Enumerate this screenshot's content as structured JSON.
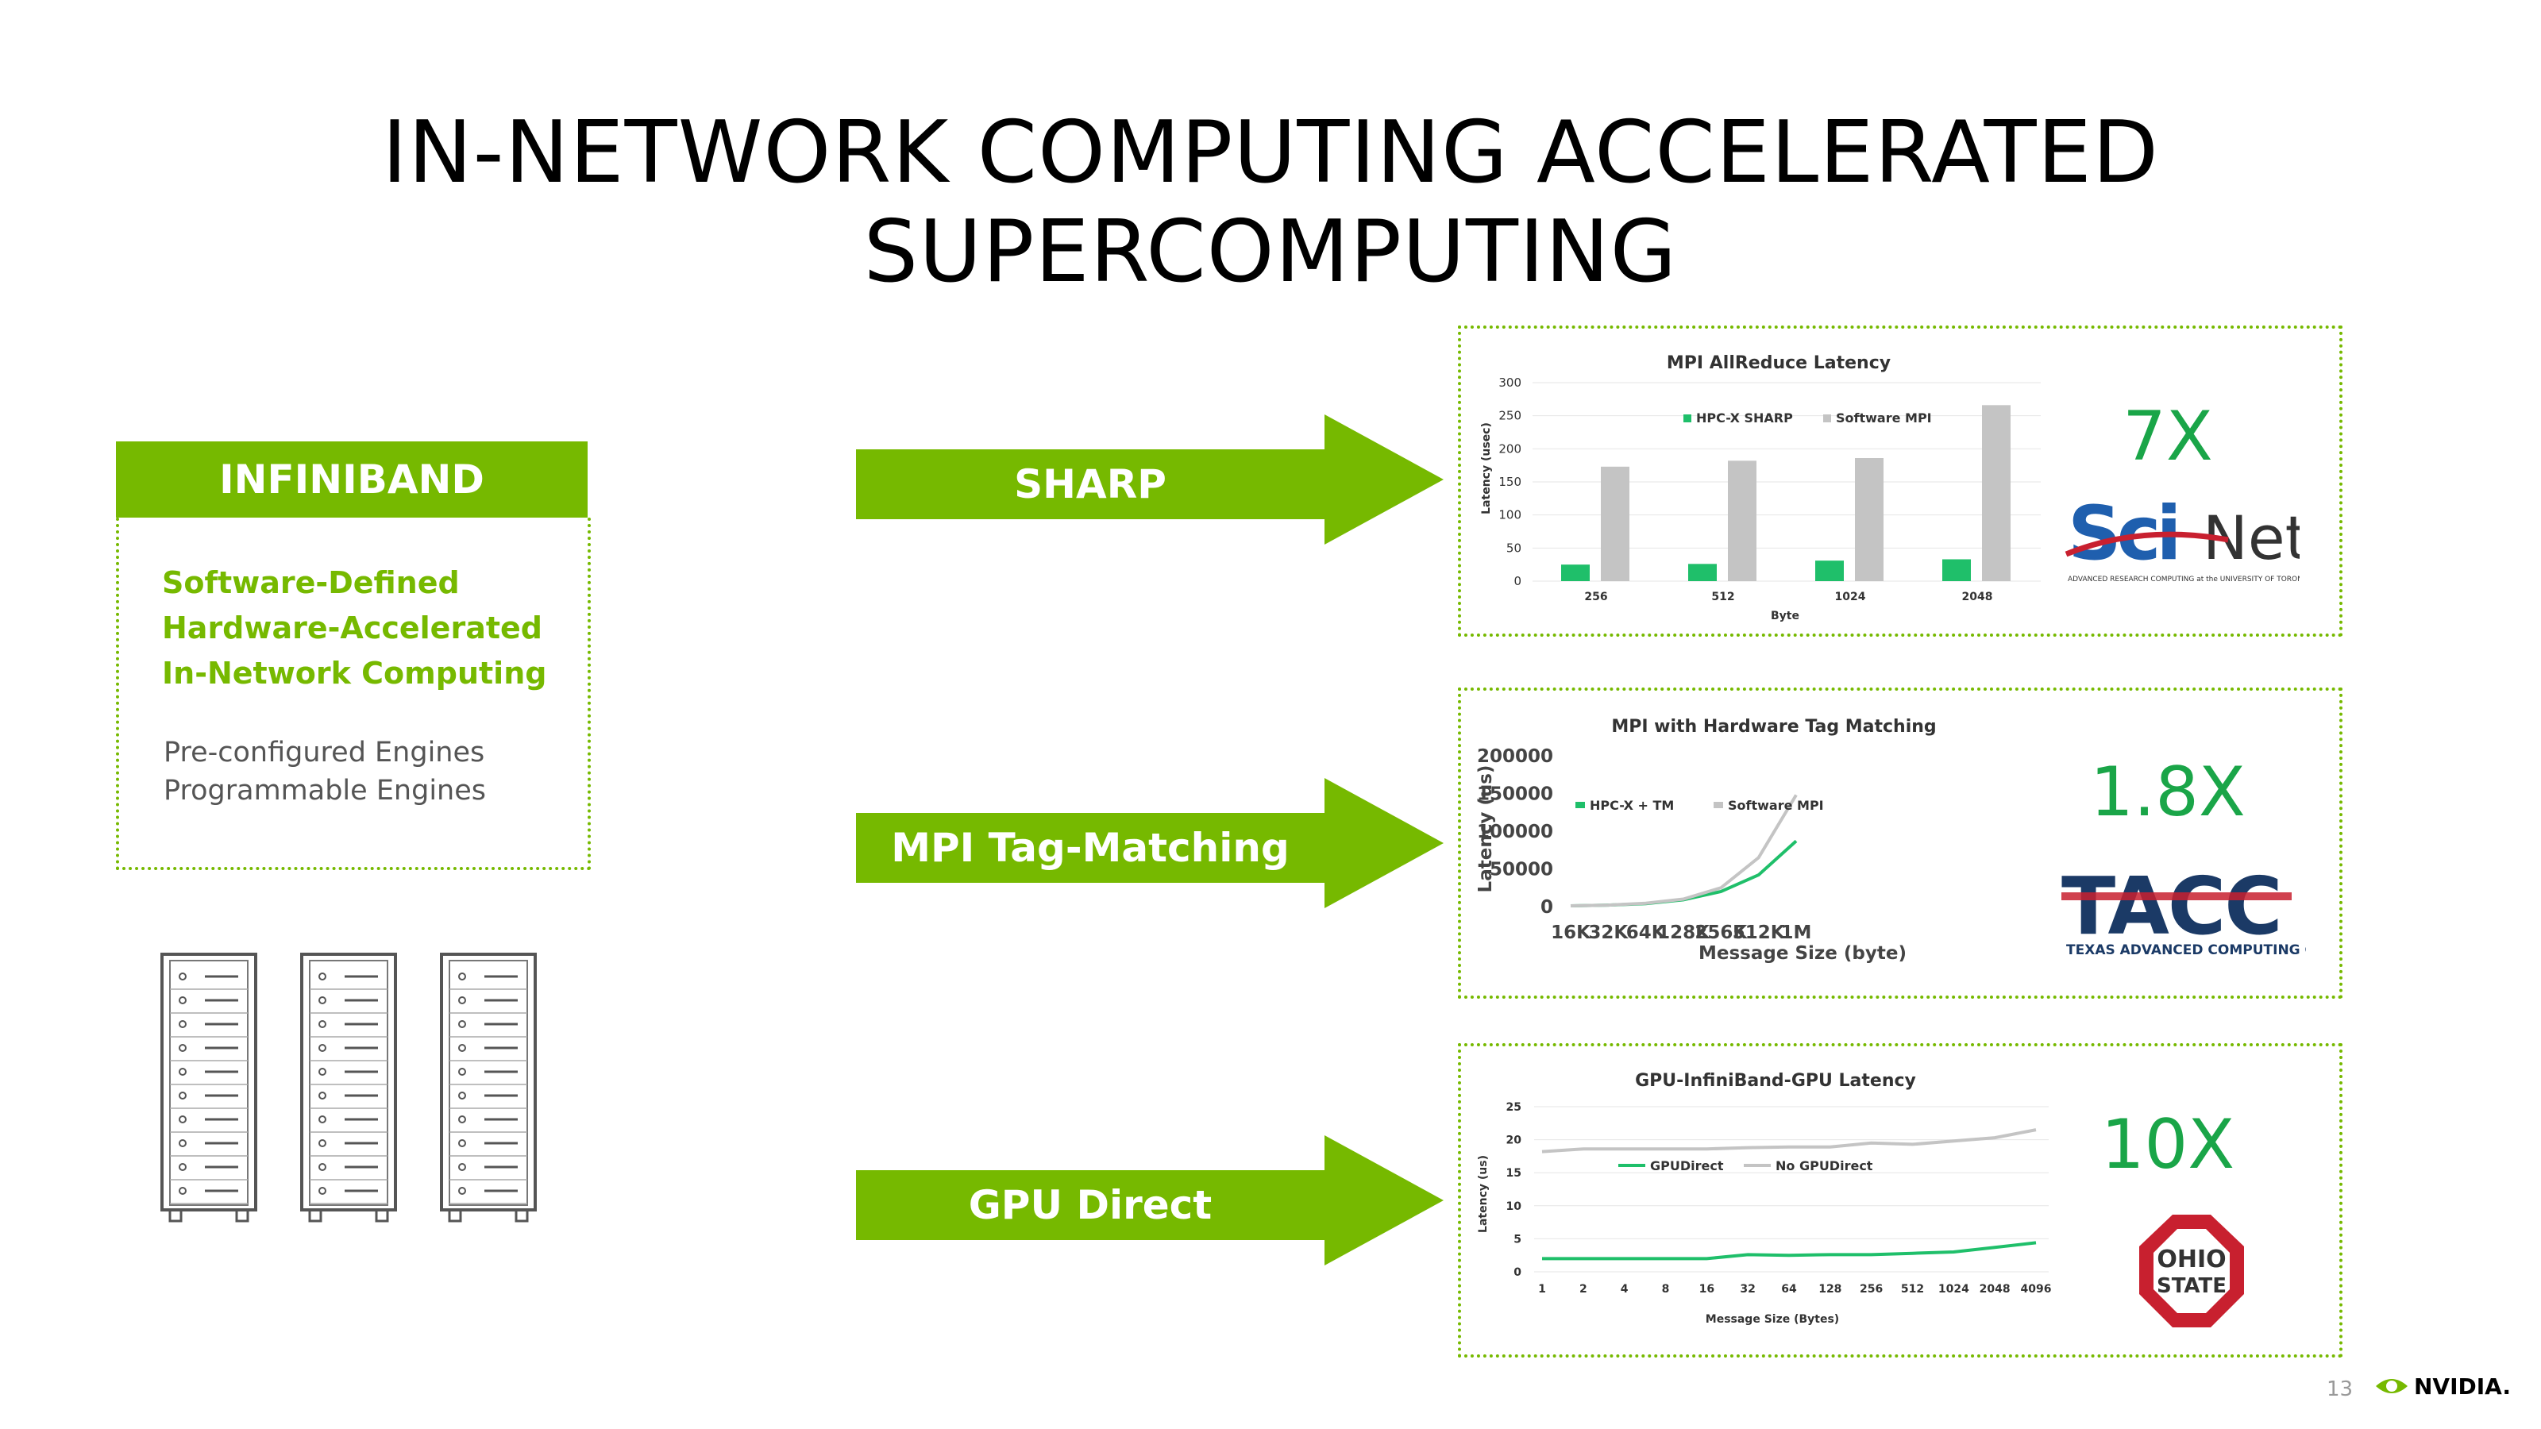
{
  "title": "IN-NETWORK COMPUTING ACCELERATED SUPERCOMPUTING",
  "infiniband": {
    "header": "INFINIBAND",
    "green_lines": [
      "Software-Defined",
      "Hardware-Accelerated",
      "In-Network Computing"
    ],
    "gray_lines": [
      "Pre-configured Engines",
      "Programmable Engines"
    ]
  },
  "arrows": [
    {
      "label": "SHARP"
    },
    {
      "label": "MPI Tag-Matching"
    },
    {
      "label": "GPU Direct"
    }
  ],
  "factors": [
    "7X",
    "1.8X",
    "10X"
  ],
  "logos": {
    "scinet": {
      "text": "SciNet",
      "sub": "ADVANCED RESEARCH COMPUTING at the UNIVERSITY OF TORONTO"
    },
    "tacc": {
      "text": "TACC",
      "sub": "TEXAS ADVANCED COMPUTING CENTER"
    },
    "ohio": {
      "text": "OHIO STATE"
    }
  },
  "colors": {
    "accent": "#76b900",
    "factor": "#1aa548",
    "series_green": "#1fbf6a",
    "series_gray": "#c4c4c4"
  },
  "chart_data": [
    {
      "type": "bar",
      "title": "MPI AllReduce Latency",
      "xlabel": "Byte",
      "ylabel": "Latency (usec)",
      "ylim": [
        0,
        300
      ],
      "yticks": [
        "0",
        "50",
        "100",
        "150",
        "200",
        "250",
        "300"
      ],
      "categories": [
        "256",
        "512",
        "1024",
        "2048"
      ],
      "series": [
        {
          "name": "HPC-X SHARP",
          "values": [
            25,
            26,
            31,
            33
          ]
        },
        {
          "name": "Software MPI",
          "values": [
            173,
            182,
            186,
            266
          ]
        }
      ],
      "legend": "top-center"
    },
    {
      "type": "line",
      "title": "MPI with Hardware Tag Matching",
      "xlabel": "Message Size  (byte)",
      "ylabel": "Latency (us)",
      "ylim": [
        0,
        200000
      ],
      "yticks": [
        "0",
        "50000",
        "100000",
        "150000",
        "200000"
      ],
      "categories": [
        "16K",
        "32K",
        "64K",
        "128K",
        "256K",
        "512K",
        "1M"
      ],
      "series": [
        {
          "name": "HPC-X + TM",
          "values": [
            1000,
            2000,
            4000,
            9000,
            20000,
            42000,
            87000
          ]
        },
        {
          "name": "Software MPI",
          "values": [
            1000,
            2000,
            4500,
            10000,
            25000,
            65000,
            148000
          ]
        }
      ],
      "legend": "center-left"
    },
    {
      "type": "line",
      "title": "GPU-InfiniBand-GPU Latency",
      "xlabel": "Message Size (Bytes)",
      "ylabel": "Latency (us)",
      "ylim": [
        0,
        25
      ],
      "yticks": [
        "0",
        "5",
        "10",
        "15",
        "20",
        "25"
      ],
      "categories": [
        "1",
        "2",
        "4",
        "8",
        "16",
        "32",
        "64",
        "128",
        "256",
        "512",
        "1024",
        "2048",
        "4096"
      ],
      "series": [
        {
          "name": "GPUDirect",
          "values": [
            2.0,
            2.0,
            2.0,
            2.0,
            2.0,
            2.6,
            2.5,
            2.6,
            2.6,
            2.8,
            3.0,
            3.7,
            4.4
          ]
        },
        {
          "name": "No GPUDirect",
          "values": [
            18.2,
            18.6,
            18.6,
            18.6,
            18.6,
            18.8,
            18.9,
            18.9,
            19.5,
            19.3,
            19.8,
            20.3,
            21.5
          ]
        }
      ],
      "legend": "center"
    }
  ],
  "footer": {
    "page_number": "13",
    "brand": "NVIDIA."
  }
}
